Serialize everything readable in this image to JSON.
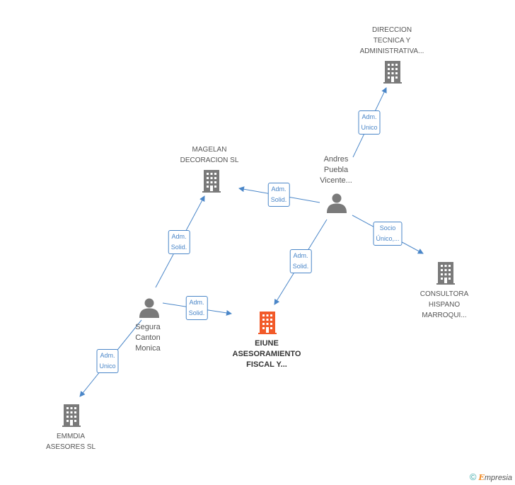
{
  "nodes": {
    "direccion": {
      "lines": [
        "DIRECCION",
        "TECNICA Y",
        "ADMINISTRATIVA..."
      ]
    },
    "magelan": {
      "lines": [
        "MAGELAN",
        "DECORACION SL"
      ]
    },
    "andres": {
      "lines": [
        "Andres",
        "Puebla",
        "Vicente..."
      ]
    },
    "consultora": {
      "lines": [
        "CONSULTORA",
        "HISPANO",
        "MARROQUI..."
      ]
    },
    "eiune": {
      "lines": [
        "EIUNE",
        "ASESORAMIENTO",
        "FISCAL Y..."
      ]
    },
    "segura": {
      "lines": [
        "Segura",
        "Canton",
        "Monica"
      ]
    },
    "emmdia": {
      "lines": [
        "EMMDIA",
        "ASESORES SL"
      ]
    }
  },
  "edges": {
    "andres_direccion": {
      "line1": "Adm.",
      "line2": "Unico"
    },
    "andres_magelan": {
      "line1": "Adm.",
      "line2": "Solid."
    },
    "andres_consultora": {
      "line1": "Socio",
      "line2": "Único,..."
    },
    "andres_eiune": {
      "line1": "Adm.",
      "line2": "Solid."
    },
    "segura_magelan": {
      "line1": "Adm.",
      "line2": "Solid."
    },
    "segura_eiune": {
      "line1": "Adm.",
      "line2": "Solid."
    },
    "segura_emmdia": {
      "line1": "Adm.",
      "line2": "Unico"
    }
  },
  "colors": {
    "edge": "#4a86c8",
    "building": "#7a7a7a",
    "main_building": "#f25a29",
    "person": "#7a7a7a"
  },
  "footer": {
    "copyright": "©",
    "brand_first": "E",
    "brand_rest": "mpresia"
  }
}
